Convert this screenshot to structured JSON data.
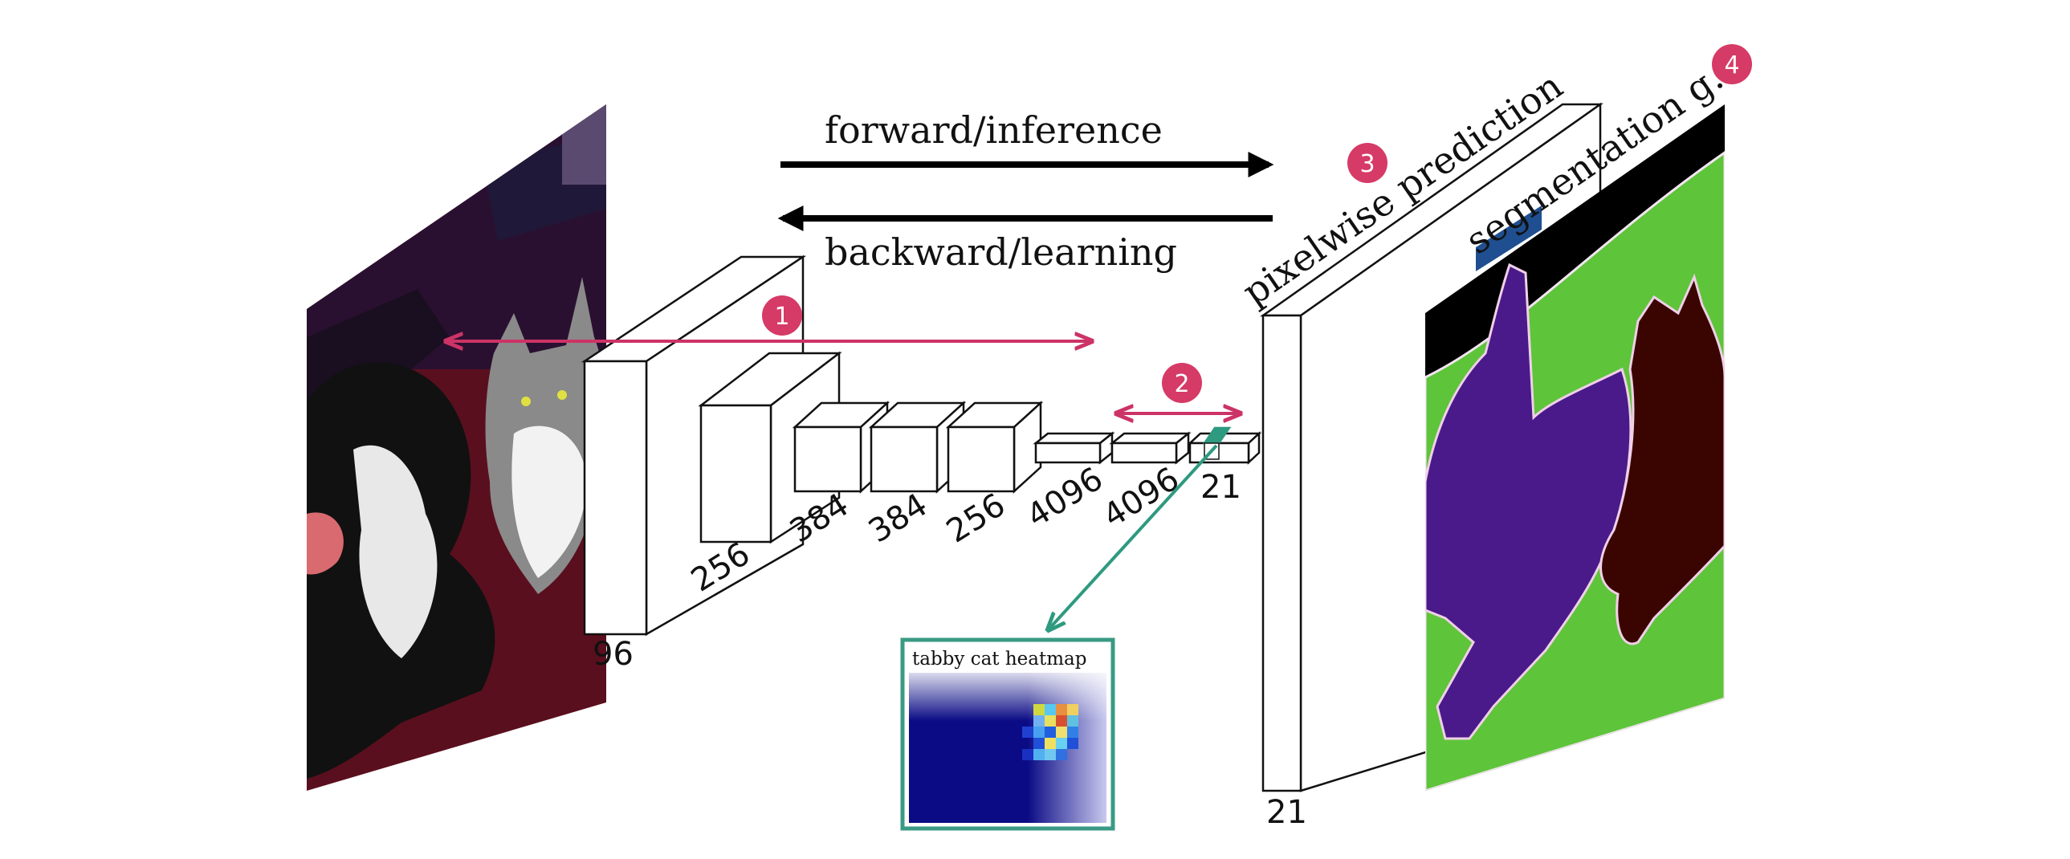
{
  "arrows": {
    "forward_label": "forward/inference",
    "backward_label": "backward/learning"
  },
  "layers": [
    {
      "label": "96"
    },
    {
      "label": "256"
    },
    {
      "label": "384"
    },
    {
      "label": "384"
    },
    {
      "label": "256"
    },
    {
      "label": "4096"
    },
    {
      "label": "4096"
    },
    {
      "label": "21"
    }
  ],
  "prediction": {
    "title": "pixelwise prediction",
    "depth_label": "21"
  },
  "ground_truth": {
    "title": "segmentation g.t."
  },
  "heatmap": {
    "title": "tabby cat heatmap"
  },
  "badges": [
    "1",
    "2",
    "3",
    "4"
  ],
  "colors": {
    "badge": "#d63a66",
    "pink_arrow": "#cc3366",
    "teal_arrow": "#2e9a80",
    "seg_background": "#5ec43a",
    "seg_dog": "#4a1a8a",
    "seg_cat": "#3a0500",
    "heatmap_base": "#0a0a8a"
  }
}
